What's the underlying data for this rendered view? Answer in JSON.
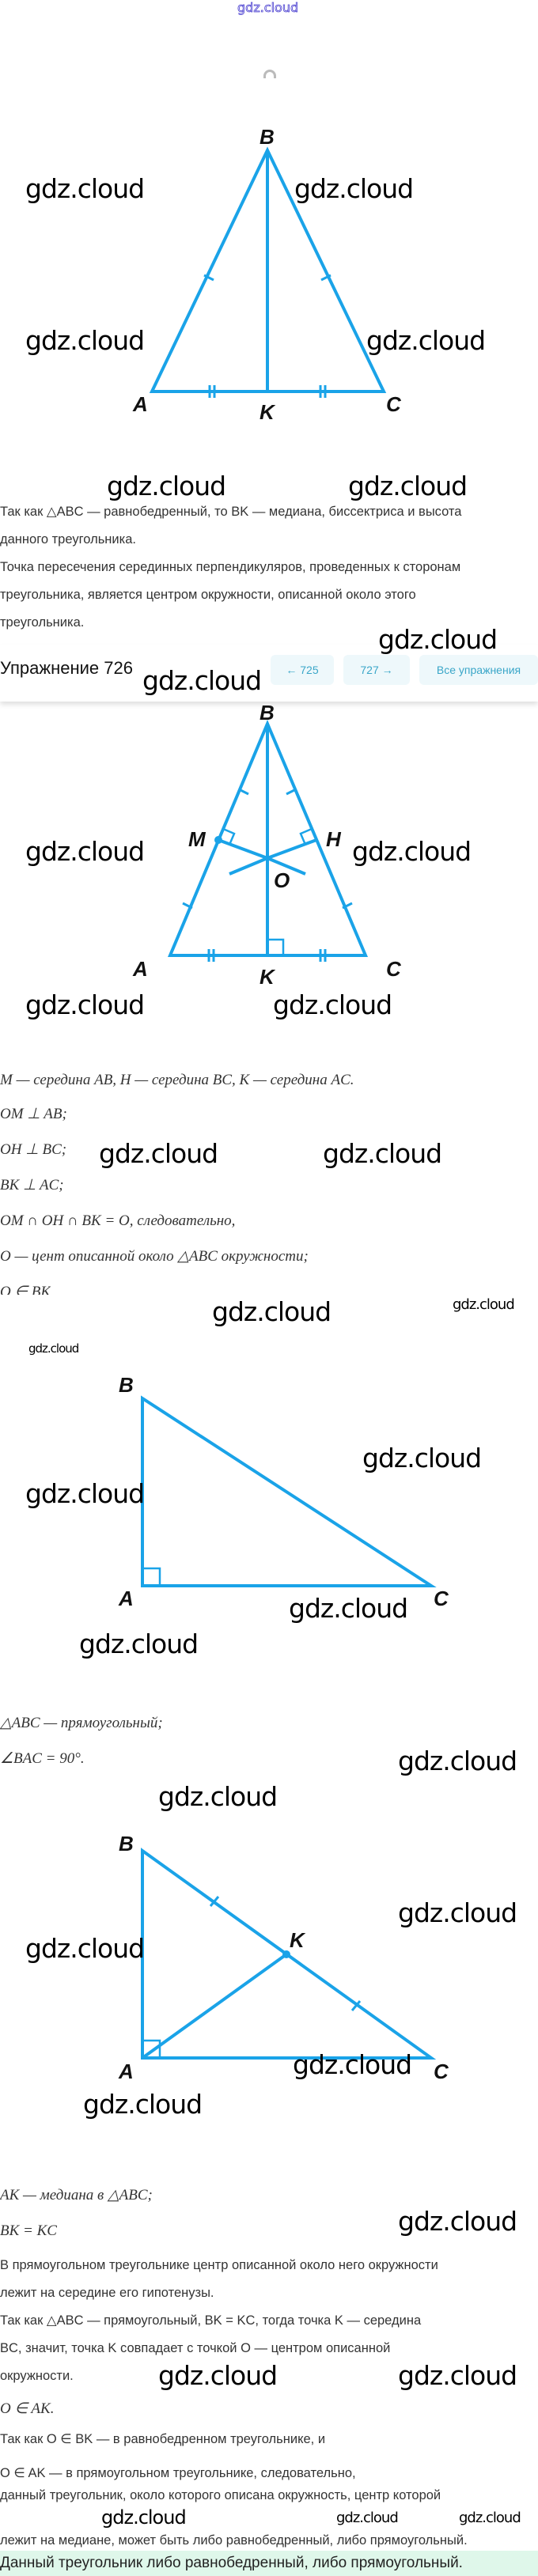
{
  "site": {
    "logo": "gdz.cloud",
    "watermark": "gdz.cloud"
  },
  "figure1": {
    "labels": {
      "A": "A",
      "B": "B",
      "C": "C",
      "K": "K"
    }
  },
  "text1": [
    "Так как △ABC — равнобедренный, то BK — медиана, биссектриса и высота",
    "данного треугольника.",
    "Точка пересечения серединных перпендикуляров, проведенных к сторонам",
    "треугольника, является центром окружности, описанной около этого",
    "треугольника."
  ],
  "header": {
    "title": "Упражнение 726",
    "prev_label": "← 725",
    "next_label": "727 →",
    "all_label": "Все упражнения"
  },
  "figure2": {
    "labels": {
      "A": "A",
      "B": "B",
      "C": "C",
      "K": "K",
      "M": "M",
      "H": "H",
      "O": "O"
    }
  },
  "text2": [
    "M — середина AB, H — середина BC, K — середина AC.",
    "OM ⊥ AB;",
    "OH ⊥ BC;",
    "BK ⊥ AC;",
    "OM ∩ OH ∩ BK = O, следовательно,",
    "O — цент описанной около △ABC окружности;",
    "O ∈ BK"
  ],
  "figure3": {
    "labels": {
      "A": "A",
      "B": "B",
      "C": "C"
    }
  },
  "text3": [
    "△ABC — прямоугольный;",
    "∠BAC = 90°."
  ],
  "figure4": {
    "labels": {
      "A": "A",
      "B": "B",
      "C": "C",
      "K": "K"
    }
  },
  "text4": [
    "AK — медиана в △ABC;",
    "BK = KC",
    "В прямоугольном треугольнике центр описанной около него окружности",
    "лежит на середине его гипотенузы.",
    "Так как △ABC — прямоугольный, BK = KC, тогда точка K — середина",
    "BC, значит, точка K совпадает с точкой O — центром описанной",
    "окружности.",
    "O ∈ AK.",
    "Так как O ∈ BK — в равнобедренном треугольнике, и",
    "O ∈ AK — в прямоугольном треугольнике, следовательно,",
    "данный треугольник, около которого описана окружность, центр которой",
    "лежит на медиане, может быть либо равнобедренный, либо прямоугольный."
  ],
  "answer": "Данный треугольник либо равнобедренный, либо прямоугольный.",
  "colors": {
    "figure_stroke": "#1aa3e8",
    "nav_text": "#3aa6c8",
    "answer_bg": "#dff7ea"
  }
}
